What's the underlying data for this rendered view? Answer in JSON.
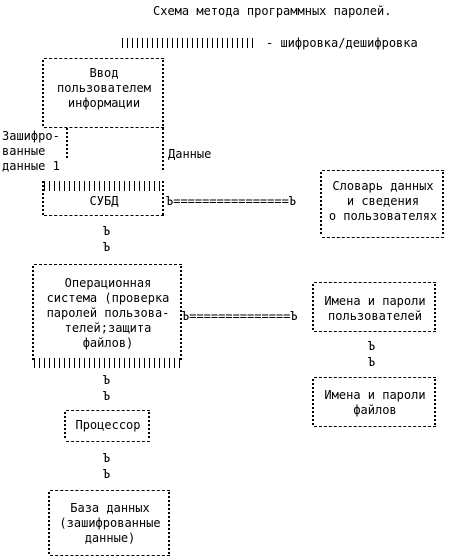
{
  "title": "Схема метода программных паролей.",
  "legend": {
    "text": "- шифровка/дешифровка"
  },
  "boxes": {
    "input": [
      "Ввод",
      "пользователем",
      "информации"
    ],
    "dbms": "СУБД",
    "dictionary": [
      "Словарь данных",
      "и сведения",
      "о пользователях"
    ],
    "os": [
      "Операционная",
      "система (проверка",
      "паролей пользова-",
      "телей;защита",
      "файлов)"
    ],
    "user_passwords": [
      "Имена и пароли",
      "пользователей"
    ],
    "file_passwords": [
      "Имена и пароли",
      "файлов"
    ],
    "processor": "Процессор",
    "database": [
      "База данных",
      "(зашифрованные",
      "данные)"
    ]
  },
  "labels": {
    "encrypted_1": [
      "Зашифро-",
      "ванные",
      "данные 1"
    ],
    "data": "Данные"
  },
  "glyphs": {
    "arrow": "Ъ",
    "link_dbms_dict": "Ъ================Ъ",
    "link_os_users": "Ъ==============Ъ"
  }
}
